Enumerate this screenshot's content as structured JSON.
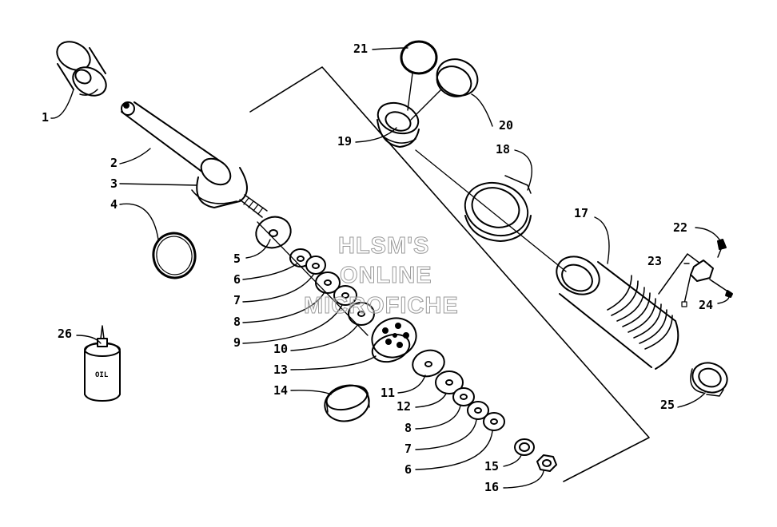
{
  "watermark": {
    "line1": "HLSM'S",
    "line2": "ONLINE",
    "line3": "MICROFICHE"
  },
  "bottle_text": "OIL",
  "callouts": [
    {
      "id": "c1",
      "text": "1"
    },
    {
      "id": "c2",
      "text": "2"
    },
    {
      "id": "c3",
      "text": "3"
    },
    {
      "id": "c4",
      "text": "4"
    },
    {
      "id": "c5",
      "text": "5"
    },
    {
      "id": "c6a",
      "text": "6"
    },
    {
      "id": "c7a",
      "text": "7"
    },
    {
      "id": "c8a",
      "text": "8"
    },
    {
      "id": "c9",
      "text": "9"
    },
    {
      "id": "c10",
      "text": "10"
    },
    {
      "id": "c11",
      "text": "11"
    },
    {
      "id": "c12",
      "text": "12"
    },
    {
      "id": "c13",
      "text": "13"
    },
    {
      "id": "c14",
      "text": "14"
    },
    {
      "id": "c15",
      "text": "15"
    },
    {
      "id": "c16",
      "text": "16"
    },
    {
      "id": "c17",
      "text": "17"
    },
    {
      "id": "c18",
      "text": "18"
    },
    {
      "id": "c19",
      "text": "19"
    },
    {
      "id": "c20",
      "text": "20"
    },
    {
      "id": "c21",
      "text": "21"
    },
    {
      "id": "c22",
      "text": "22"
    },
    {
      "id": "c23",
      "text": "23"
    },
    {
      "id": "c24",
      "text": "24"
    },
    {
      "id": "c25",
      "text": "25"
    },
    {
      "id": "c26",
      "text": "26"
    },
    {
      "id": "c8b",
      "text": "8"
    },
    {
      "id": "c7b",
      "text": "7"
    },
    {
      "id": "c6b",
      "text": "6"
    }
  ]
}
